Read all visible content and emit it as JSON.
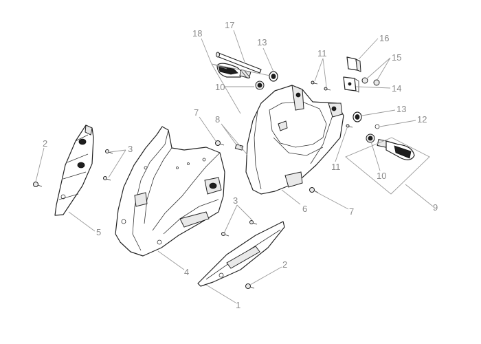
{
  "callouts": {
    "c1": "1",
    "c2a": "2",
    "c2b": "2",
    "c3a": "3",
    "c3b": "3",
    "c4": "4",
    "c5": "5",
    "c6": "6",
    "c7a": "7",
    "c7b": "7",
    "c8": "8",
    "c9": "9",
    "c10a": "10",
    "c10b": "10",
    "c11a": "11",
    "c11b": "11",
    "c12": "12",
    "c13a": "13",
    "c13b": "13",
    "c14": "14",
    "c15": "15",
    "c16": "16",
    "c17": "17",
    "c18": "18"
  }
}
